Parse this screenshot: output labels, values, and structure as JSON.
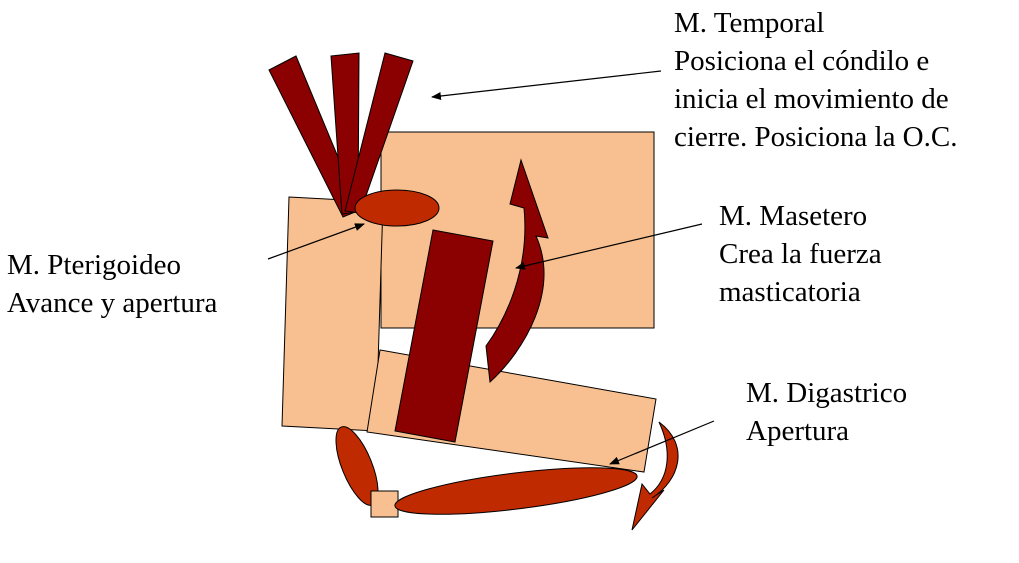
{
  "colors": {
    "bone": "#f8c090",
    "muscle_dark": "#8b0000",
    "muscle_red": "#c02a00",
    "outline": "#000000",
    "background": "#ffffff"
  },
  "labels": {
    "temporal": {
      "title": "M. Temporal",
      "lines": [
        "Posiciona el cóndilo e",
        "inicia el movimiento de",
        "cierre. Posiciona la O.C."
      ]
    },
    "masetero": {
      "title": "M. Masetero",
      "lines": [
        "Crea la fuerza",
        "masticatoria"
      ]
    },
    "pterigoideo": {
      "title": "M. Pterigoideo",
      "lines": [
        "Avance y apertura"
      ]
    },
    "digastrico": {
      "title": "M. Digastrico",
      "lines": [
        "Apertura"
      ]
    }
  }
}
